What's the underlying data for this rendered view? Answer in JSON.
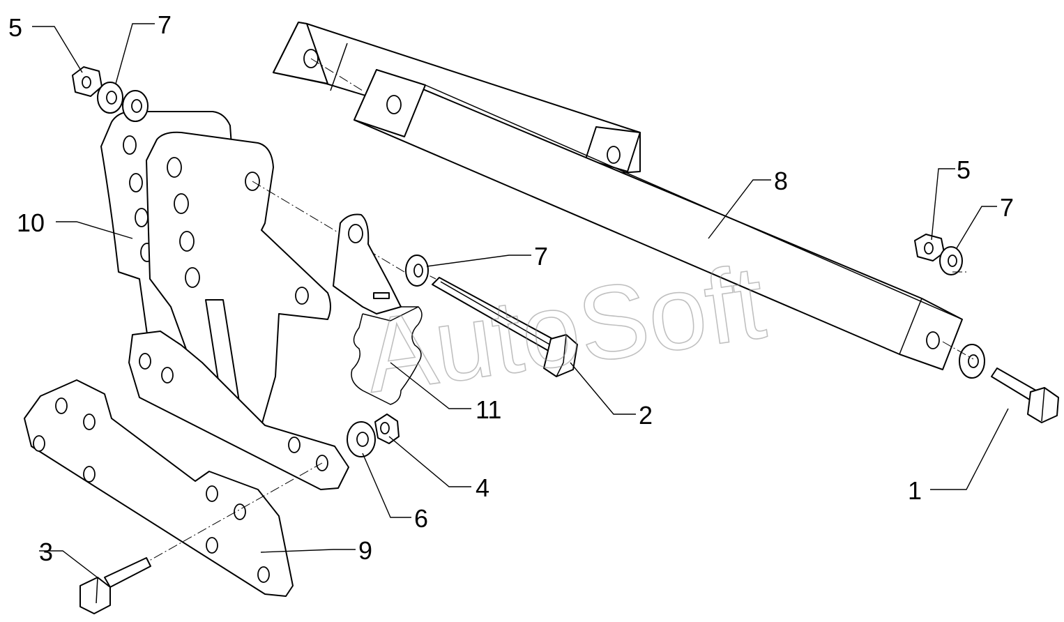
{
  "watermark": {
    "text": "AutoSoft",
    "color": "#8c8c8c"
  },
  "callouts": [
    {
      "id": "c5a",
      "label": "5"
    },
    {
      "id": "c7a",
      "label": "7"
    },
    {
      "id": "c10",
      "label": "10"
    },
    {
      "id": "c7b",
      "label": "7"
    },
    {
      "id": "c11",
      "label": "11"
    },
    {
      "id": "c2",
      "label": "2"
    },
    {
      "id": "c4",
      "label": "4"
    },
    {
      "id": "c6",
      "label": "6"
    },
    {
      "id": "c3",
      "label": "3"
    },
    {
      "id": "c9",
      "label": "9"
    },
    {
      "id": "c8",
      "label": "8"
    },
    {
      "id": "c5b",
      "label": "5"
    },
    {
      "id": "c7c",
      "label": "7"
    },
    {
      "id": "c1",
      "label": "1"
    }
  ],
  "colors": {
    "line": "#000000",
    "background": "#ffffff"
  }
}
